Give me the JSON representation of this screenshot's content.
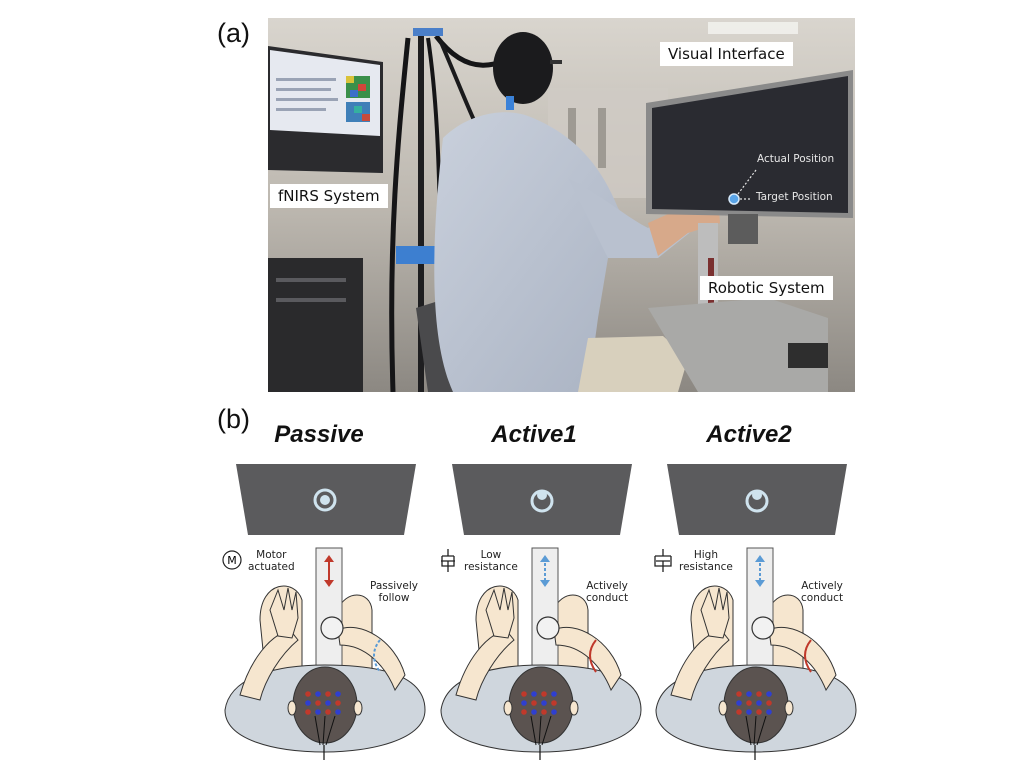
{
  "figure": {
    "panel_a": {
      "label": "(a)",
      "callouts": {
        "visual_interface": "Visual Interface",
        "fnirs_system": "fNIRS System",
        "robotic_system": "Robotic System"
      },
      "screen_annotations": {
        "actual_position": "Actual Position",
        "target_position": "Target Position"
      }
    },
    "panel_b": {
      "label": "(b)",
      "conditions": [
        {
          "title": "Passive",
          "device_icon": "motor-icon",
          "device_icon_glyph": "M",
          "device_label_line1": "Motor",
          "device_label_line2": "actuated",
          "action_label_line1": "Passively",
          "action_label_line2": "follow",
          "handle_arrow_color": "#c0392b",
          "arm_arrow_color": "#5b9bd5"
        },
        {
          "title": "Active1",
          "device_icon": "damper-icon",
          "device_label_line1": "Low",
          "device_label_line2": "resistance",
          "action_label_line1": "Actively",
          "action_label_line2": "conduct",
          "handle_arrow_color": "#5b9bd5",
          "arm_arrow_color": "#c0392b"
        },
        {
          "title": "Active2",
          "device_icon": "damper-icon",
          "device_label_line1": "High",
          "device_label_line2": "resistance",
          "action_label_line1": "Actively",
          "action_label_line2": "conduct",
          "handle_arrow_color": "#5b9bd5",
          "arm_arrow_color": "#c0392b"
        }
      ]
    }
  }
}
